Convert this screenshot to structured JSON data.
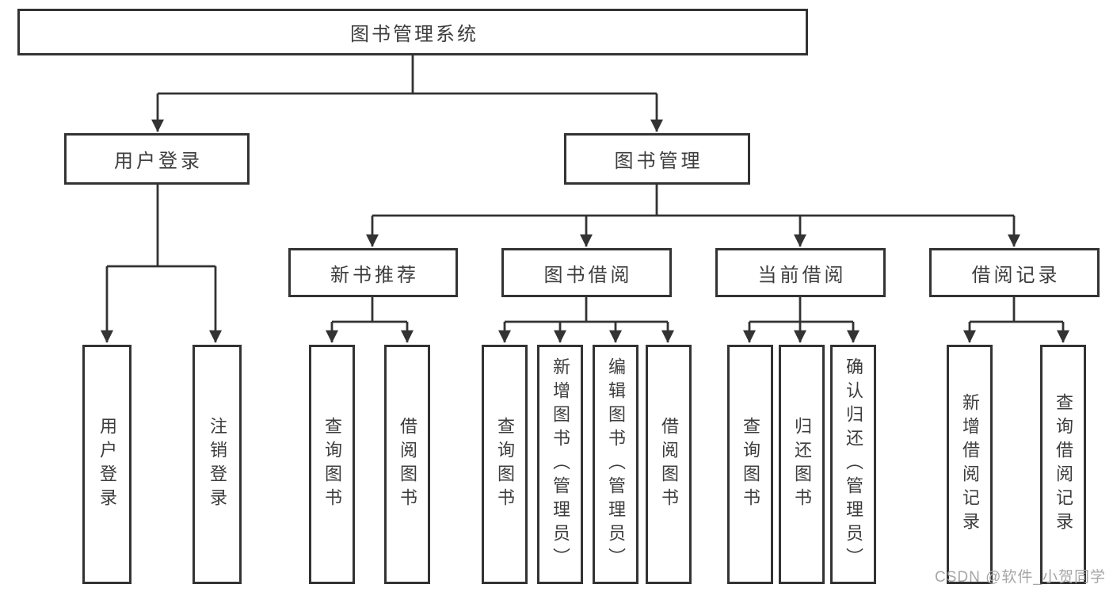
{
  "diagram_title": "图书管理系统",
  "nodes": {
    "root": "图书管理系统",
    "level2": {
      "user_login": "用户登录",
      "book_mgmt": "图书管理"
    },
    "level3": {
      "new_books": "新书推荐",
      "book_borrow": "图书借阅",
      "current_borrow": "当前借阅",
      "borrow_records": "借阅记录"
    },
    "leaves": {
      "user_login": "用户登录",
      "logout": "注销登录",
      "nb_query": "查询图书",
      "nb_borrow": "借阅图书",
      "bb_query": "查询图书",
      "bb_add": "新增图书（管理员）",
      "bb_edit": "编辑图书（管理员）",
      "bb_borrow": "借阅图书",
      "cb_query": "查询图书",
      "cb_return": "归还图书",
      "cb_confirm": "确认归还（管理员）",
      "br_add": "新增借阅记录",
      "br_query": "查询借阅记录"
    }
  },
  "watermark": "CSDN @软件_小贺同学",
  "colors": {
    "line": "#333333",
    "box_border": "#333333",
    "text": "#3d3d3d",
    "watermark": "#a6a6a6",
    "background": "#ffffff"
  }
}
